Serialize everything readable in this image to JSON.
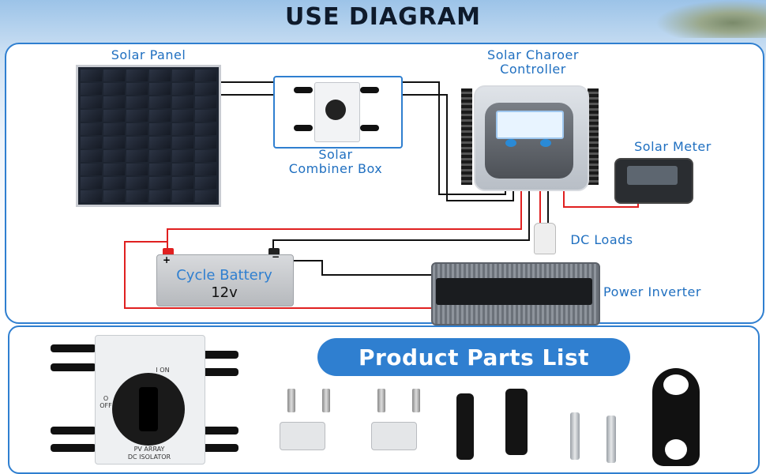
{
  "header": {
    "title": "USE DIAGRAM"
  },
  "diagram": {
    "solar_panel_label": "Solar Panel",
    "combiner_label_line1": "Solar",
    "combiner_label_line2": "Combiner Box",
    "controller_label_line1": "Solar Charoer",
    "controller_label_line2": "Controller",
    "meter_label": "Solar Meter",
    "dc_loads_label": "DC Loads",
    "battery_name": "Cycle Battery",
    "battery_voltage": "12v",
    "battery_plus": "+",
    "battery_minus": "−",
    "inverter_label": "Power Inverter"
  },
  "parts": {
    "title": "Product Parts List",
    "isolator_text_line1": "PV ARRAY",
    "isolator_text_line2": "DC ISOLATOR",
    "isolator_on": "I ON",
    "isolator_off": "O OFF"
  },
  "colors": {
    "accent": "#2f7fd0",
    "wire_red": "#e02020",
    "wire_black": "#111111"
  }
}
